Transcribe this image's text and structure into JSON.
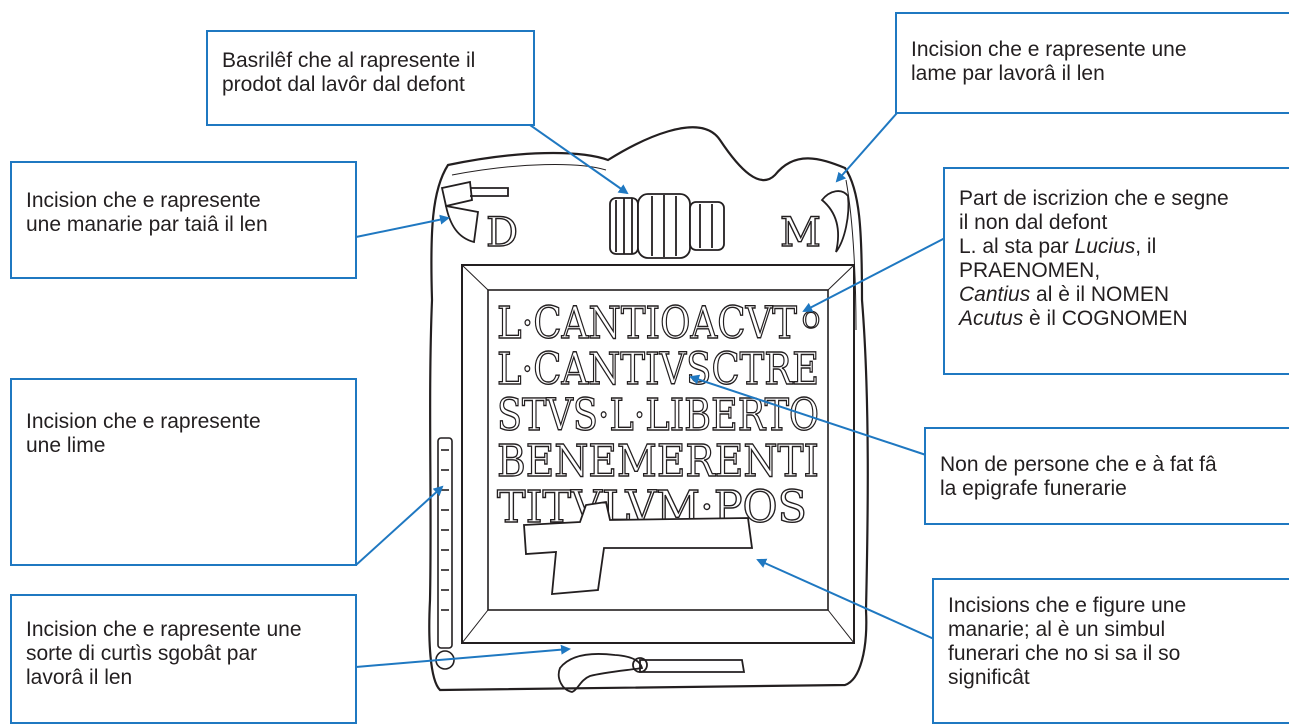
{
  "colors": {
    "accent": "#1f78c1",
    "ink": "#231f20"
  },
  "inscription": {
    "lines": [
      "L·CANTIOACVT",
      "L·CANTIVSCTRE",
      "STVS·L·LIBERTO",
      "BENEMERENTI",
      "TITVLVM·POS"
    ],
    "line1_suffix": "O",
    "dm_left": "D",
    "dm_right": "M"
  },
  "callouts": {
    "relief": {
      "lines": [
        "Basrilêf che al rapresente il",
        "prodot dal lavôr dal defont"
      ]
    },
    "blade": {
      "lines": [
        "Incision che e rapresente une",
        "lame par lavorâ il len"
      ]
    },
    "axe": {
      "lines": [
        "Incision che e rapresente",
        "une manarie par taiâ il len"
      ]
    },
    "name": {
      "line1": "Part de iscrizion che e segne",
      "line2": "il non dal defont",
      "line3_a": "L. al sta par ",
      "line3_em": "Lucius",
      "line3_b": ", il",
      "line4": "PRAENOMEN,",
      "line5_em": "Cantius",
      "line5_b": " al è il NOMEN",
      "line6_em": "Acutus",
      "line6_b": " è il COGNOMEN"
    },
    "file": {
      "lines": [
        "Incision che e rapresente",
        "une lime"
      ]
    },
    "dedicator": {
      "lines": [
        "Non de persone che e à fat fâ",
        "la epigrafe funerarie"
      ]
    },
    "knife": {
      "lines": [
        "Incision che e rapresente une",
        "sorte di curtìs sgobât par",
        "lavorâ il len"
      ]
    },
    "symbol": {
      "lines": [
        "Incisions che e figure une",
        "manarie; al è un simbul",
        "funerari che no si sa il so",
        "significât"
      ]
    }
  }
}
